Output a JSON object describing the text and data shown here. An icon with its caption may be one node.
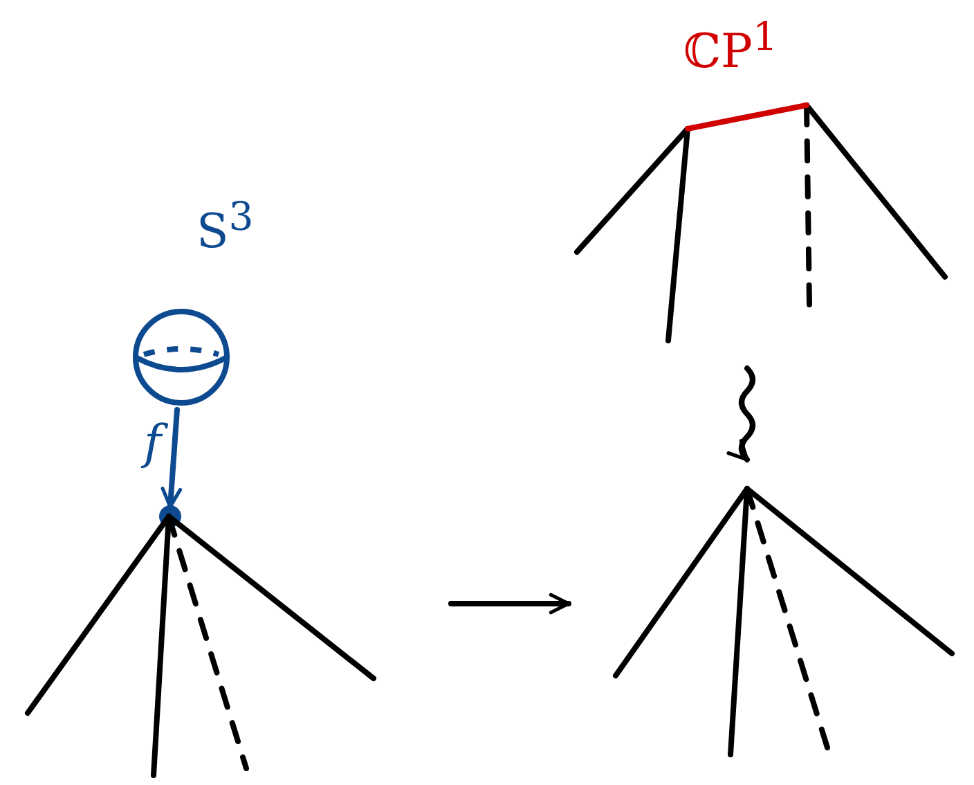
{
  "diagram": {
    "nodes": [
      {
        "text": [],
        "shape": "sphere",
        "beside": [
          "S$^{3}$"
        ]
      },
      {
        "text": [],
        "shape": "cone"
      },
      {
        "text": [],
        "shape": "cone",
        "beside": [
          "ℂP$^{1}$"
        ]
      },
      {
        "text": [],
        "shape": "cone"
      }
    ],
    "edges": [
      {
        "from": 0,
        "to": 1,
        "arrow": "to",
        "label": "f",
        "color": "#0d4a8f"
      },
      {
        "from": 1,
        "to": 3,
        "arrow": "to"
      },
      {
        "from": 2,
        "to": 3,
        "arrow": "to"
      }
    ]
  }
}
